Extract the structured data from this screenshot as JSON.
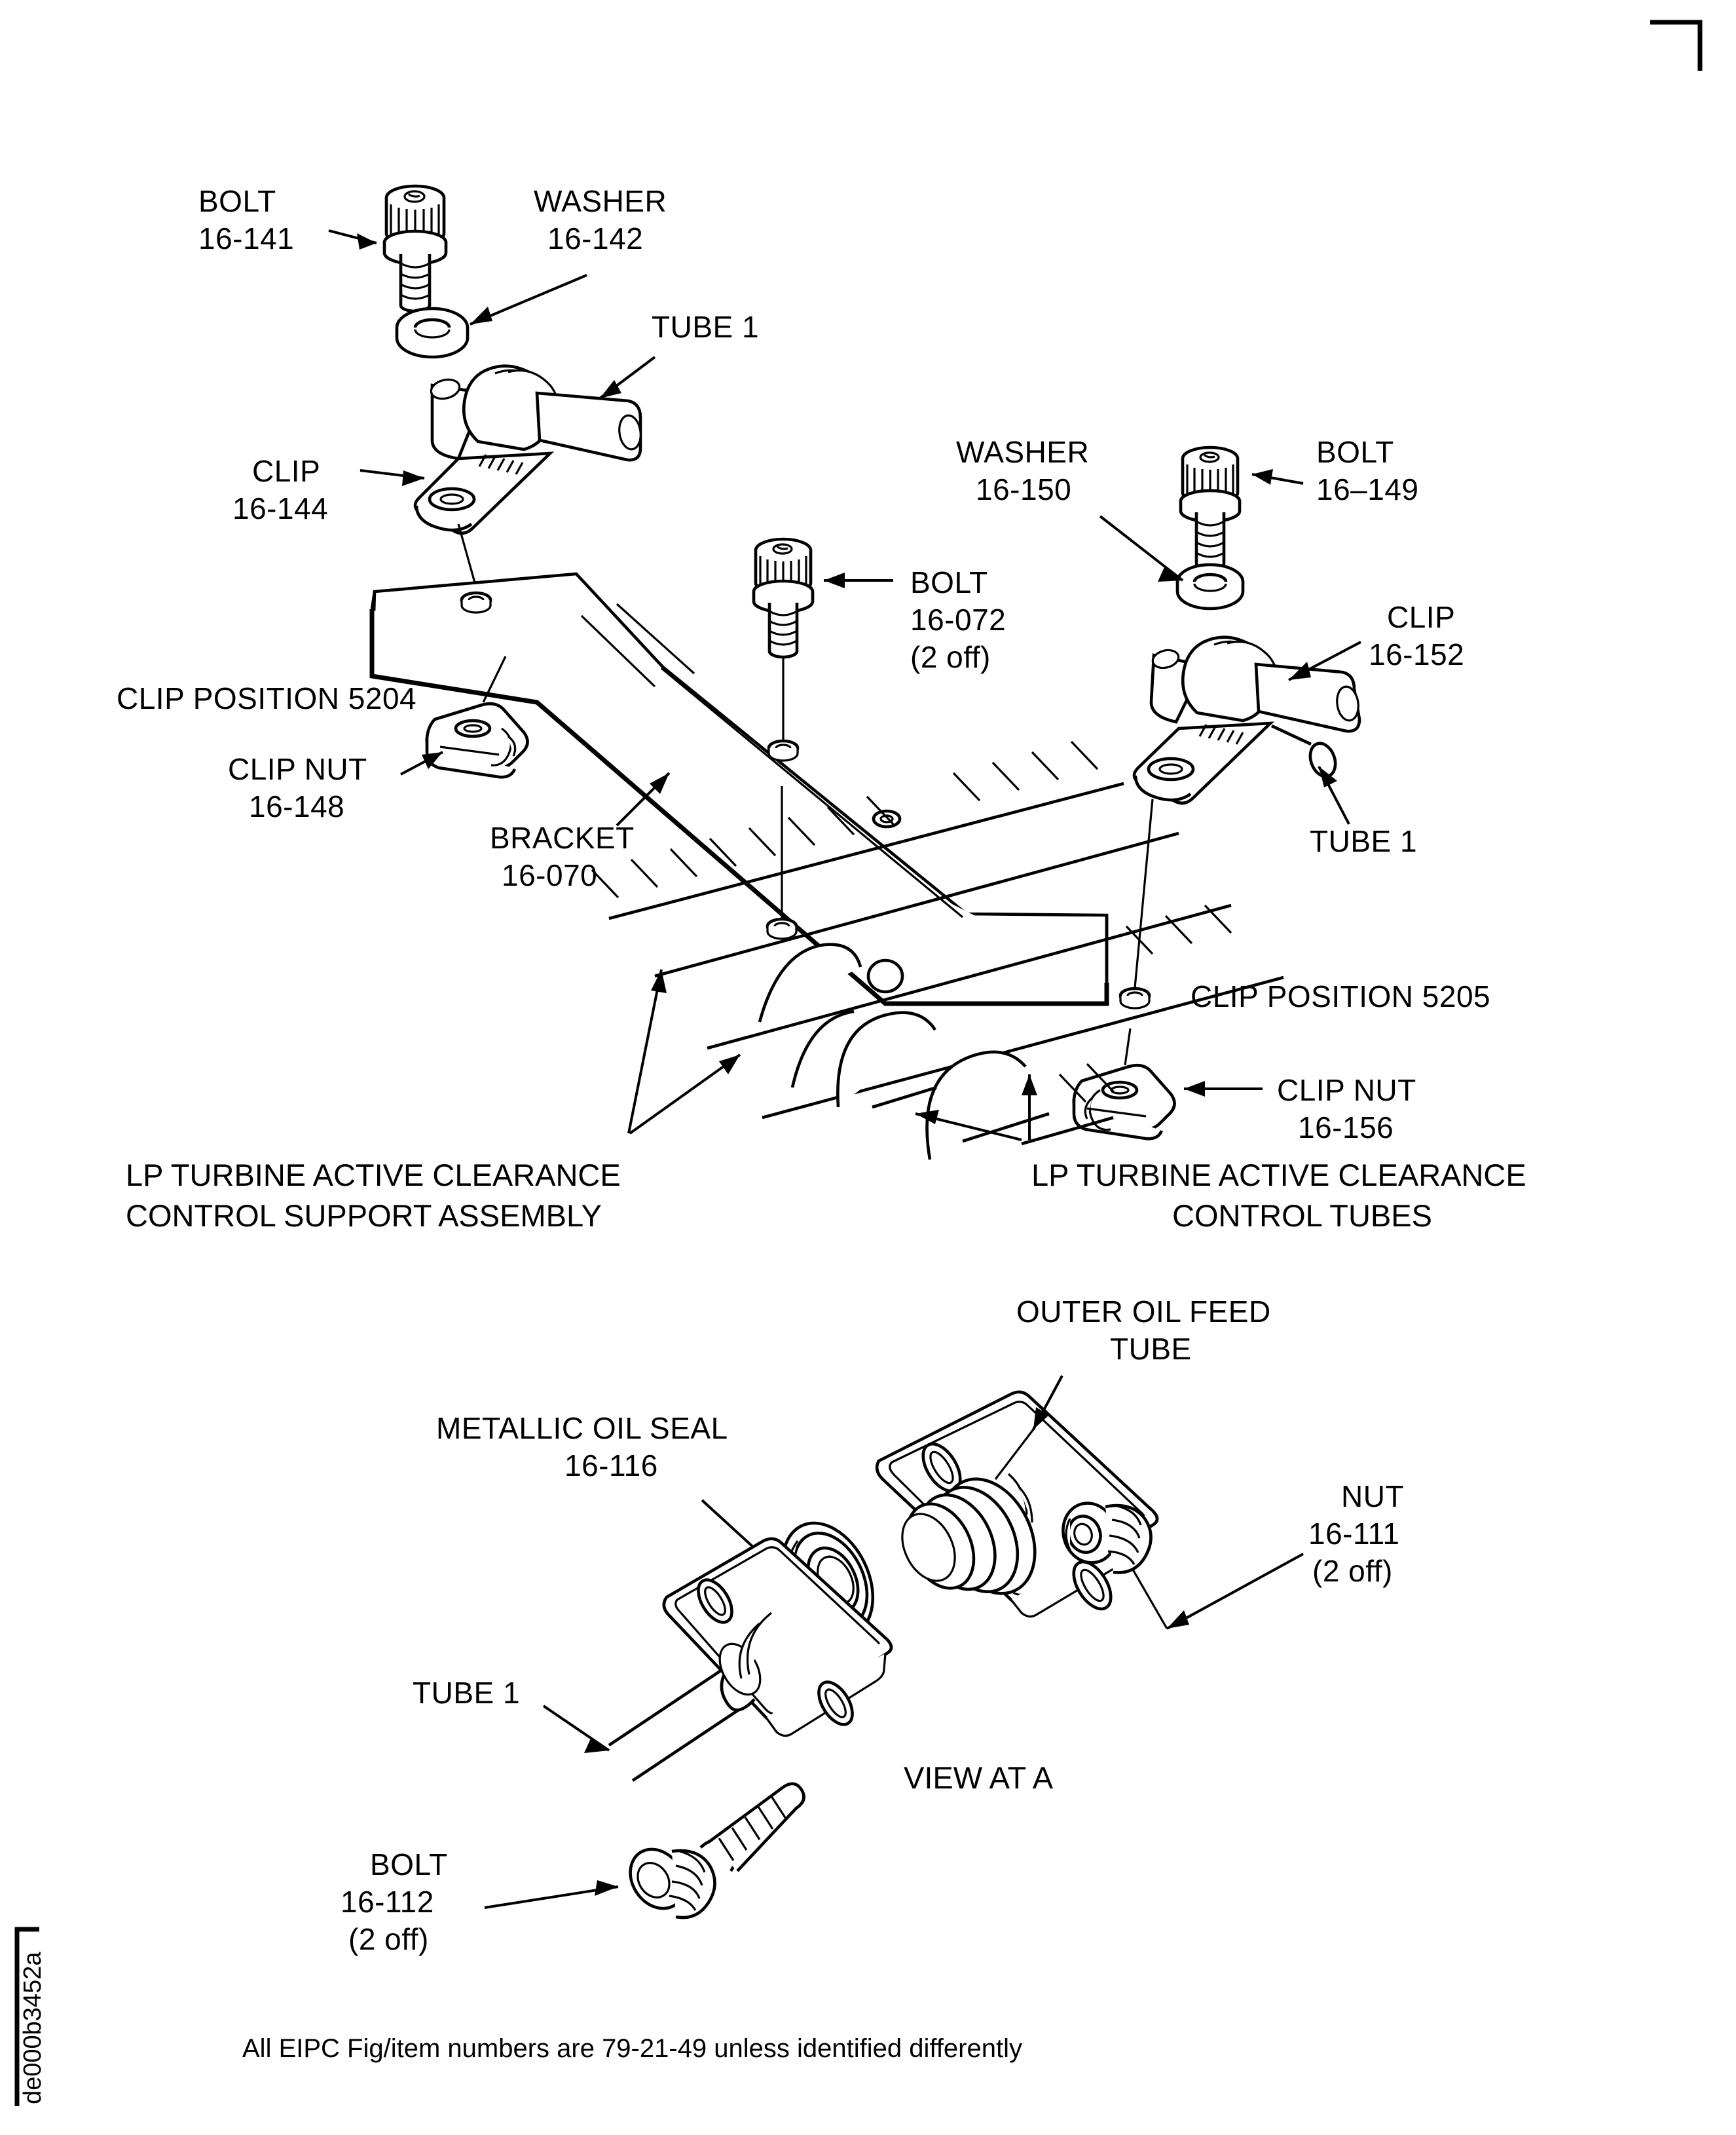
{
  "figure": {
    "id_text": "de000b3452a",
    "footnote": "All EIPC Fig/item numbers are 79-21-49  unless identified differently",
    "corner_mark": "crop-mark"
  },
  "upper_view": {
    "labels": [
      {
        "key": "bolt_16_141",
        "line1": "BOLT",
        "line2": "16-141",
        "line3": ""
      },
      {
        "key": "washer_16_142",
        "line1": "WASHER",
        "line2": "16-142",
        "line3": ""
      },
      {
        "key": "tube_1_left",
        "line1": "TUBE 1",
        "line2": "",
        "line3": ""
      },
      {
        "key": "clip_16_144",
        "line1": "CLIP",
        "line2": "16-144",
        "line3": ""
      },
      {
        "key": "washer_16_150",
        "line1": "WASHER",
        "line2": "16-150",
        "line3": ""
      },
      {
        "key": "bolt_16_149",
        "line1": "BOLT",
        "line2": "16–149",
        "line3": ""
      },
      {
        "key": "bolt_16_072",
        "line1": "BOLT",
        "line2": "16-072",
        "line3": "(2 off)"
      },
      {
        "key": "clip_16_152",
        "line1": "CLIP",
        "line2": "16-152",
        "line3": ""
      },
      {
        "key": "tube_1_right",
        "line1": "TUBE 1",
        "line2": "",
        "line3": ""
      },
      {
        "key": "clip_nut_16_148",
        "line1": "CLIP NUT",
        "line2": "16-148",
        "line3": ""
      },
      {
        "key": "bracket_16_070",
        "line1": "BRACKET",
        "line2": "16-070",
        "line3": ""
      }
    ],
    "clip_position_5204": "CLIP POSITION 5204",
    "clip_position_5205": "CLIP POSITION 5205",
    "clip_nut_16_156_l1": "CLIP NUT",
    "clip_nut_16_156_l2": "16-156",
    "caption_left_l1": "LP TURBINE ACTIVE CLEARANCE",
    "caption_left_l2": "CONTROL SUPPORT ASSEMBLY",
    "caption_right_l1": "LP TURBINE ACTIVE CLEARANCE",
    "caption_right_l2": "CONTROL TUBES"
  },
  "lower_view": {
    "title": "VIEW AT A",
    "outer_oil_feed_l1": "OUTER OIL FEED",
    "outer_oil_feed_l2": "TUBE",
    "metallic_seal_l1": "METALLIC OIL SEAL",
    "metallic_seal_l2": "16-116",
    "nut_l1": "NUT",
    "nut_l2": "16-111",
    "nut_l3": "(2 off)",
    "tube_1": "TUBE 1",
    "bolt_l1": "BOLT",
    "bolt_l2": "16-112",
    "bolt_l3": "(2 off)"
  },
  "colors": {
    "ink": "#000000",
    "paper": "#ffffff"
  }
}
